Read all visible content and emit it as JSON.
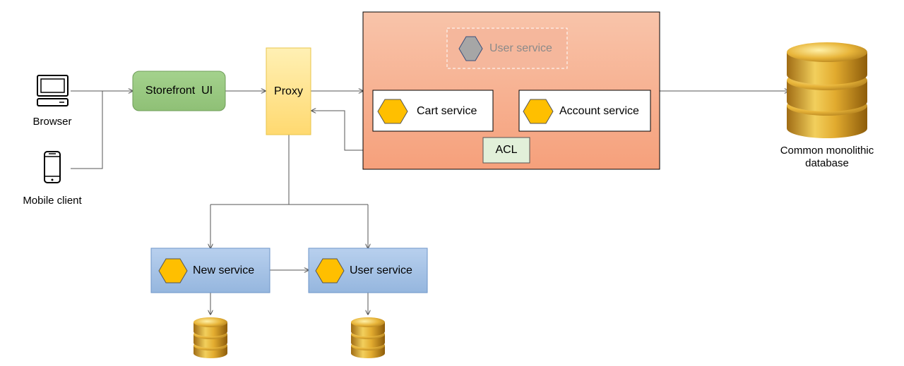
{
  "clients": {
    "browser": "Browser",
    "mobile": "Mobile client"
  },
  "storefront": "Storefront  UI",
  "proxy": "Proxy",
  "monolith": {
    "user_service": "User service",
    "cart_service": "Cart service",
    "account_service": "Account service",
    "acl": "ACL"
  },
  "database": {
    "line1": "Common monolithic",
    "line2": "database"
  },
  "microservices": {
    "new_service": "New service",
    "user_service": "User service"
  },
  "colors": {
    "monolith_fill_top": "#f8c4aa",
    "monolith_fill_bottom": "#f6a17c",
    "storefront_fill": "#95c47c",
    "proxy_fill": "#ffe79a",
    "service_blue": "#a7c4e6",
    "hexagon": "#ffbf00",
    "acl_fill": "#e0efd7",
    "arrow": "#555555"
  }
}
